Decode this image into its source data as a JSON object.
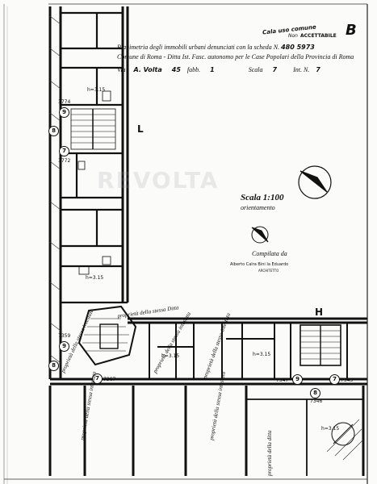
{
  "header": {
    "line1": "Planimetria degli immobili urbani denunciati con la scheda N.",
    "scheda_number": "480 5973",
    "line2": "Comune di Roma - Ditta Ist. Fasc. autonomo per le Case Popolari della Provincia di Roma",
    "via_label": "Via",
    "via_value": "A. Volta",
    "civic": "45",
    "fabb_label": "fabb.",
    "fabb_value": "1",
    "scala_label": "Scala",
    "scala_value": "7",
    "int_label": "Int. N.",
    "int_value": "7",
    "handwritten_note": "Cala uso comune",
    "stamp": "ACCETTABILE",
    "stamp_prefix": "Non",
    "letter_mark": "B"
  },
  "drawing": {
    "scale_text": "Scala 1:100",
    "orientation_text": "orientamento",
    "compiled_by_label": "Compilata da",
    "compiled_by_name": "Alberto Calra Bini Ia Eduardo",
    "compiled_by_sub": "ARCHITETTO",
    "big_L": "L",
    "big_H": "H",
    "watermark": "REVOLTA"
  },
  "room_labels": {
    "h1": "h=3.15",
    "h2": "h=3.15",
    "h3": "h=3.15",
    "h4": "h=3.15",
    "h5": "h=3.15"
  },
  "ids": {
    "id3774": "3774",
    "id3772": "3772",
    "id7359": "7359",
    "id7367": "7367",
    "id7347": "7347",
    "id7345": "7345",
    "id7346": "7346"
  },
  "circles": {
    "c9a": "9",
    "c8a": "8",
    "c7a": "7",
    "c9b": "9",
    "c8b": "8",
    "c7b": "7",
    "c9c": "9",
    "c7c": "7",
    "c8c": "8"
  },
  "rotated_notes": {
    "n1": "proprietà della stessa Ditta",
    "n2": "proprietà della stessa intestata",
    "n3": "proprietà della stessa intestata",
    "n4": "proprietà della stessa intestata",
    "n5": "proprietà della stessa intestata",
    "n6": "proprietà della stessa intestata",
    "n7": "proprietà della ditta"
  }
}
